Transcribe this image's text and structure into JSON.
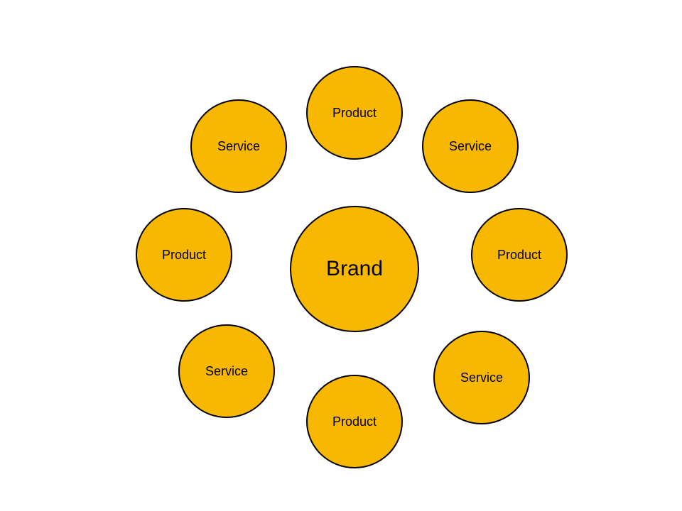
{
  "center": {
    "label": "Brand"
  },
  "nodes": [
    {
      "label": "Product"
    },
    {
      "label": "Service"
    },
    {
      "label": "Product"
    },
    {
      "label": "Service"
    },
    {
      "label": "Product"
    },
    {
      "label": "Service"
    },
    {
      "label": "Product"
    },
    {
      "label": "Service"
    }
  ],
  "colors": {
    "fill": "#F9B800",
    "stroke": "#000000",
    "text": "#000000",
    "background": "#FFFFFF"
  }
}
